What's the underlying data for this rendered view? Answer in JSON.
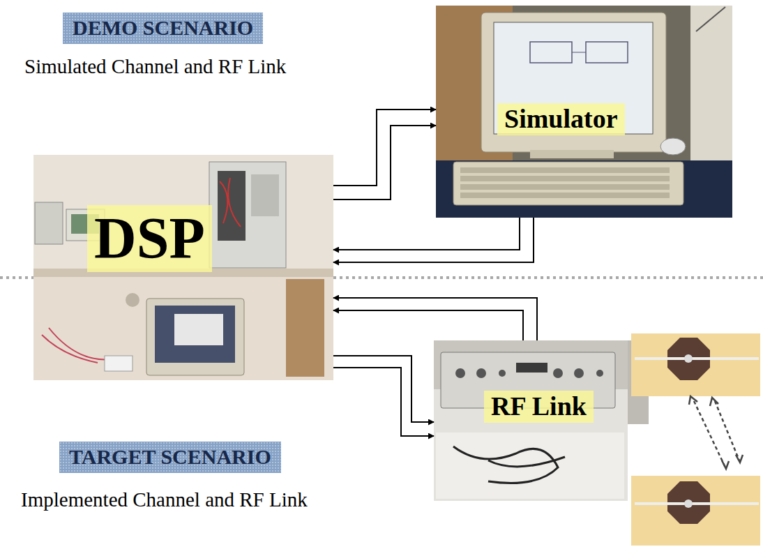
{
  "diagram": {
    "nodes": [
      {
        "text": [
          "DEMO SCENARIO",
          "Simulated Channel and RF Link"
        ]
      },
      {
        "text": [
          "Simulator"
        ]
      },
      {
        "text": [
          "DSP"
        ]
      },
      {
        "text": [
          "RF Link"
        ]
      },
      {
        "text": [
          "TARGET SCENARIO",
          "Implemented Channel and RF Link"
        ]
      }
    ],
    "edges": [
      {
        "from": 2,
        "to": 1,
        "arrow": "to"
      },
      {
        "from": 2,
        "to": 1,
        "arrow": "to"
      },
      {
        "from": 1,
        "to": 2,
        "arrow": "to"
      },
      {
        "from": 1,
        "to": 2,
        "arrow": "to"
      },
      {
        "from": 3,
        "to": 2,
        "arrow": "to"
      },
      {
        "from": 3,
        "to": 2,
        "arrow": "to"
      },
      {
        "from": 2,
        "to": 3,
        "arrow": "to"
      },
      {
        "from": 2,
        "to": 3,
        "arrow": "to"
      }
    ]
  }
}
